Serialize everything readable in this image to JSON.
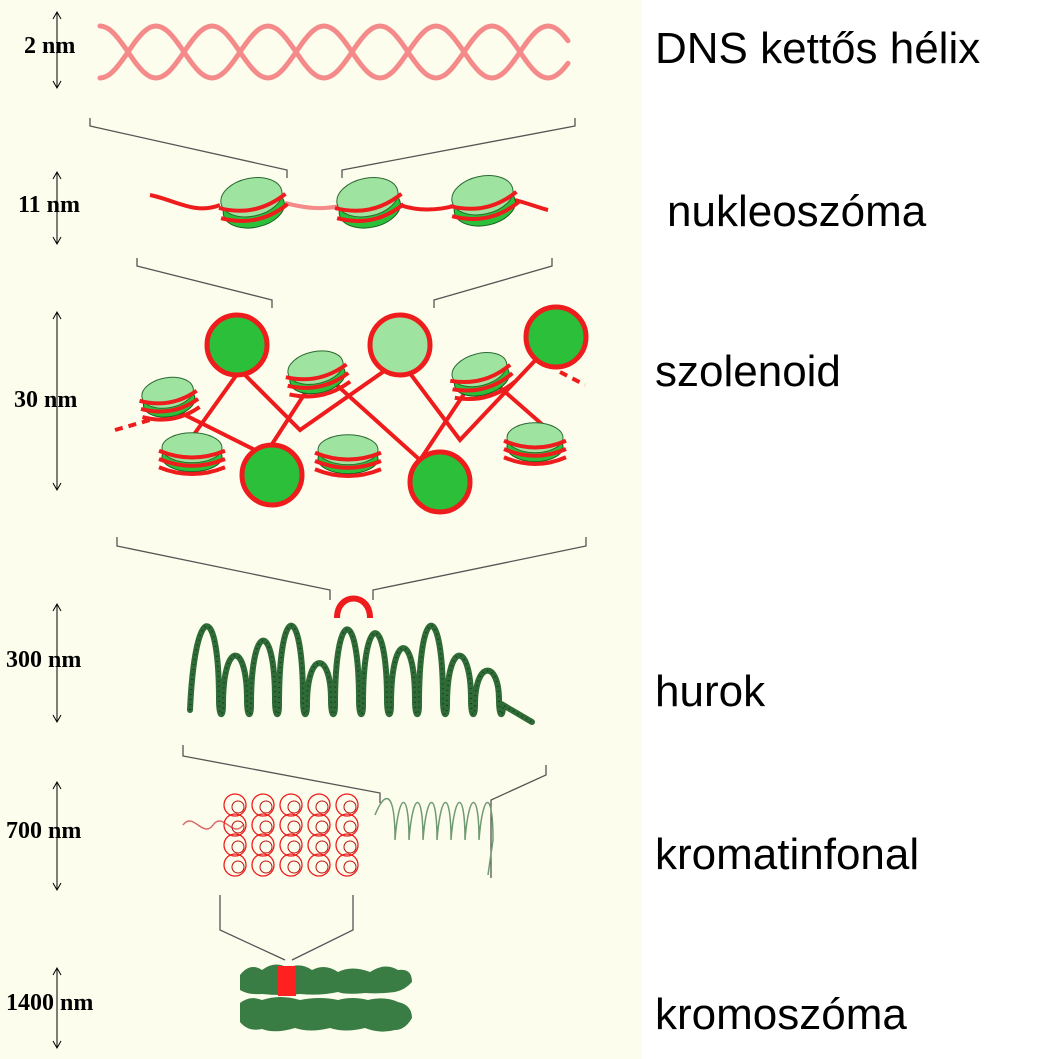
{
  "colors": {
    "panel_bg": "#fdfded",
    "dna_strand": "#f48a8a",
    "dna_red": "#ee1c1c",
    "histone_light": "#9fe3a0",
    "histone_dark": "#2bbf3a",
    "fiber_dark_green": "#2f6b36",
    "chromosome_green": "#3a7d44",
    "chromosome_band": "#ff2020",
    "connector": "#555555"
  },
  "levels": [
    {
      "scale": "2 nm",
      "name": "DNS kettős hélix"
    },
    {
      "scale": "11 nm",
      "name": "nukleoszóma"
    },
    {
      "scale": "30 nm",
      "name": "szolenoid"
    },
    {
      "scale": "300 nm",
      "name": "hurok"
    },
    {
      "scale": "700 nm",
      "name": "kromatinfonal"
    },
    {
      "scale": "1400 nm",
      "name": "kromoszóma"
    }
  ]
}
